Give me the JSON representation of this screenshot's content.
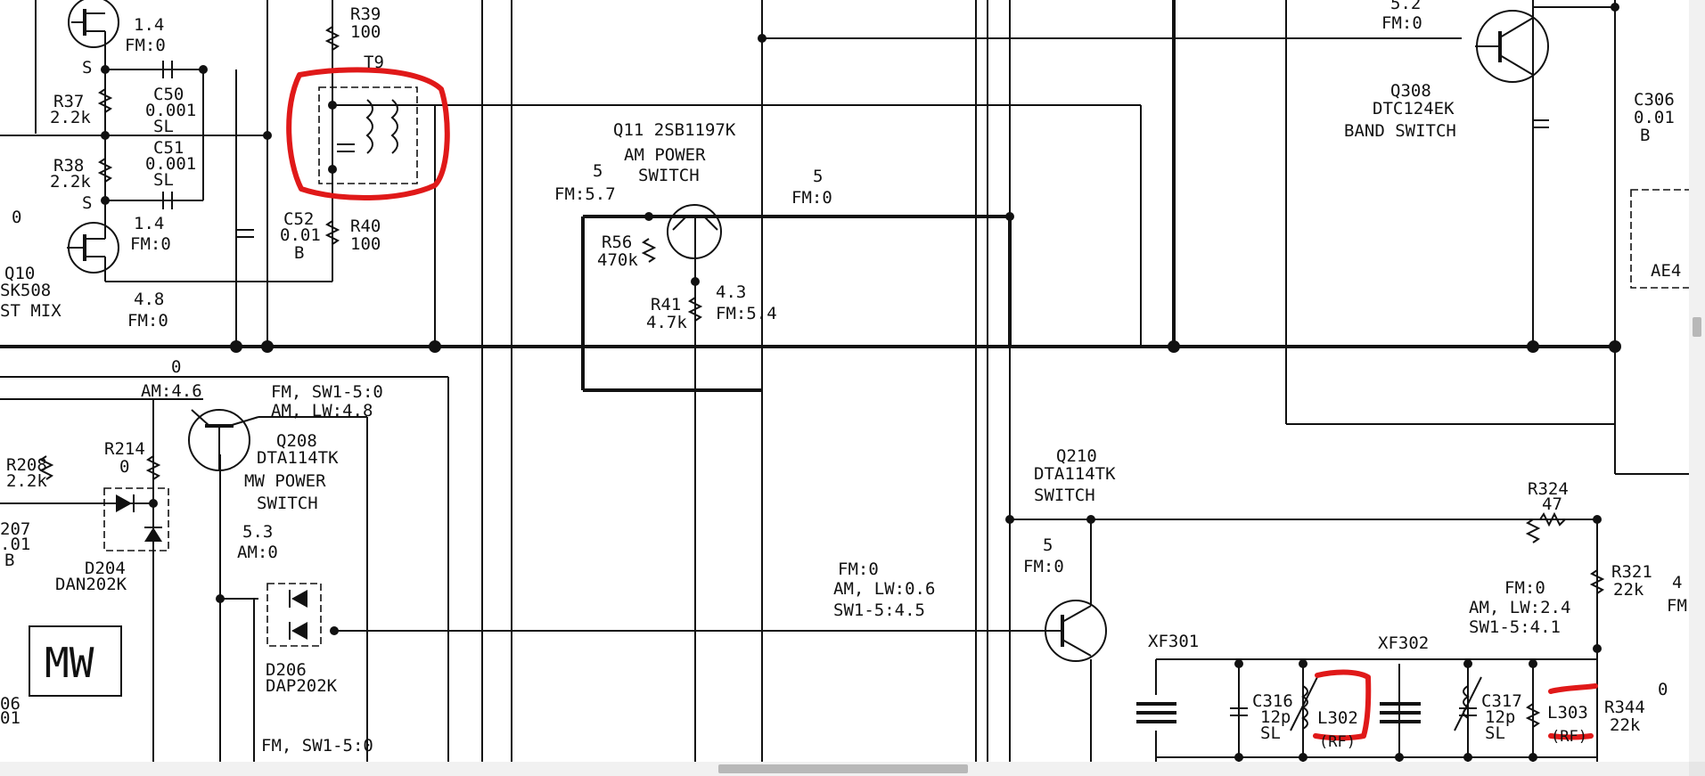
{
  "labels": [
    {
      "id": "q10-v1",
      "text": "1.4"
    },
    {
      "id": "q10-v2",
      "text": "FM:0"
    },
    {
      "id": "s-top",
      "text": "S"
    },
    {
      "id": "s-bot",
      "text": "S"
    },
    {
      "id": "r37",
      "text": "R37"
    },
    {
      "id": "r37v",
      "text": "2.2k"
    },
    {
      "id": "r38",
      "text": "R38"
    },
    {
      "id": "r38v",
      "text": "2.2k"
    },
    {
      "id": "c50",
      "text": "C50"
    },
    {
      "id": "c50v",
      "text": "0.001"
    },
    {
      "id": "c50t",
      "text": "SL"
    },
    {
      "id": "c51",
      "text": "C51"
    },
    {
      "id": "c51v",
      "text": "0.001"
    },
    {
      "id": "c51t",
      "text": "SL"
    },
    {
      "id": "zero-left1",
      "text": "0"
    },
    {
      "id": "q10b-v1",
      "text": "1.4"
    },
    {
      "id": "q10b-v2",
      "text": "FM:0"
    },
    {
      "id": "q10",
      "text": "Q10"
    },
    {
      "id": "q10p",
      "text": "SK508"
    },
    {
      "id": "stmix",
      "text": "ST MIX"
    },
    {
      "id": "q10c-v1",
      "text": "4.8"
    },
    {
      "id": "q10c-v2",
      "text": "FM:0"
    },
    {
      "id": "r39",
      "text": "R39"
    },
    {
      "id": "r39v",
      "text": "100"
    },
    {
      "id": "t9",
      "text": "T9"
    },
    {
      "id": "c52",
      "text": "C52"
    },
    {
      "id": "c52v",
      "text": "0.01"
    },
    {
      "id": "c52t",
      "text": "B"
    },
    {
      "id": "r40",
      "text": "R40"
    },
    {
      "id": "r40v",
      "text": "100"
    },
    {
      "id": "q11",
      "text": "Q11  2SB1197K"
    },
    {
      "id": "q11f1",
      "text": "AM POWER"
    },
    {
      "id": "q11f2",
      "text": "SWITCH"
    },
    {
      "id": "q11-e1",
      "text": "5"
    },
    {
      "id": "q11-e2",
      "text": "FM:5.7"
    },
    {
      "id": "q11-c1",
      "text": "5"
    },
    {
      "id": "q11-c2",
      "text": "FM:0"
    },
    {
      "id": "r56",
      "text": "R56"
    },
    {
      "id": "r56v",
      "text": "470k"
    },
    {
      "id": "q11-b1",
      "text": "4.3"
    },
    {
      "id": "q11-b2",
      "text": "FM:5.4"
    },
    {
      "id": "r41",
      "text": "R41"
    },
    {
      "id": "r41v",
      "text": "4.7k"
    },
    {
      "id": "q308-v1",
      "text": "5.2"
    },
    {
      "id": "q308-v2",
      "text": "FM:0"
    },
    {
      "id": "q308",
      "text": "Q308"
    },
    {
      "id": "q308p",
      "text": "DTC124EK"
    },
    {
      "id": "q308f",
      "text": "BAND SWITCH"
    },
    {
      "id": "c306",
      "text": "C306"
    },
    {
      "id": "c306v",
      "text": "0.01"
    },
    {
      "id": "c306t",
      "text": "B"
    },
    {
      "id": "ae4",
      "text": "AE4"
    },
    {
      "id": "q208-z",
      "text": "0"
    },
    {
      "id": "q208-e",
      "text": "AM:4.6"
    },
    {
      "id": "q208-c1",
      "text": "FM, SW1-5:0"
    },
    {
      "id": "q208-c2",
      "text": "AM, LW:4.8"
    },
    {
      "id": "q208",
      "text": "Q208"
    },
    {
      "id": "q208p",
      "text": "DTA114TK"
    },
    {
      "id": "q208f1",
      "text": "MW POWER"
    },
    {
      "id": "q208f2",
      "text": "SWITCH"
    },
    {
      "id": "q208-b1",
      "text": "5.3"
    },
    {
      "id": "q208-b2",
      "text": "AM:0"
    },
    {
      "id": "r208",
      "text": "R208"
    },
    {
      "id": "r208v",
      "text": "2.2k"
    },
    {
      "id": "r214",
      "text": "R214"
    },
    {
      "id": "r214v",
      "text": "0"
    },
    {
      "id": "c207",
      "text": "207"
    },
    {
      "id": "c207v",
      "text": ".01"
    },
    {
      "id": "c207t",
      "text": "B"
    },
    {
      "id": "d204",
      "text": "D204"
    },
    {
      "id": "d204p",
      "text": "DAN202K"
    },
    {
      "id": "mw",
      "text": "MW"
    },
    {
      "id": "d206",
      "text": "D206"
    },
    {
      "id": "d206p",
      "text": "DAP202K"
    },
    {
      "id": "bot-l1",
      "text": "06"
    },
    {
      "id": "bot-l2",
      "text": "01"
    },
    {
      "id": "bot-mid",
      "text": "FM, SW1-5:0"
    },
    {
      "id": "q210",
      "text": "Q210"
    },
    {
      "id": "q210p",
      "text": "DTA114TK"
    },
    {
      "id": "q210f",
      "text": "SWITCH"
    },
    {
      "id": "q210-e1",
      "text": "5"
    },
    {
      "id": "q210-e2",
      "text": "FM:0"
    },
    {
      "id": "mid-v1",
      "text": "FM:0"
    },
    {
      "id": "mid-v2",
      "text": "AM, LW:0.6"
    },
    {
      "id": "mid-v3",
      "text": "SW1-5:4.5"
    },
    {
      "id": "r324",
      "text": "R324"
    },
    {
      "id": "r324v",
      "text": "47"
    },
    {
      "id": "r321",
      "text": "R321"
    },
    {
      "id": "r321v",
      "text": "22k"
    },
    {
      "id": "rt-v1",
      "text": "FM:0"
    },
    {
      "id": "rt-v2",
      "text": "AM, LW:2.4"
    },
    {
      "id": "rt-v3",
      "text": "SW1-5:4.1"
    },
    {
      "id": "edge4",
      "text": "4"
    },
    {
      "id": "edgefm",
      "text": "FM"
    },
    {
      "id": "xf301",
      "text": "XF301"
    },
    {
      "id": "xf302",
      "text": "XF302"
    },
    {
      "id": "c316",
      "text": "C316"
    },
    {
      "id": "c316v",
      "text": "12p"
    },
    {
      "id": "c316t",
      "text": "SL"
    },
    {
      "id": "l302",
      "text": "L302"
    },
    {
      "id": "l302t",
      "text": "(RF)"
    },
    {
      "id": "c317",
      "text": "C317"
    },
    {
      "id": "c317v",
      "text": "12p"
    },
    {
      "id": "c317t",
      "text": "SL"
    },
    {
      "id": "l303",
      "text": "L303"
    },
    {
      "id": "l303t",
      "text": "(RF)"
    },
    {
      "id": "r344",
      "text": "R344"
    },
    {
      "id": "r344v",
      "text": "22k"
    },
    {
      "id": "zero-r",
      "text": "0"
    }
  ],
  "colors": {
    "ink": "#111111",
    "markup": "#e01919",
    "paper": "#ffffff"
  }
}
